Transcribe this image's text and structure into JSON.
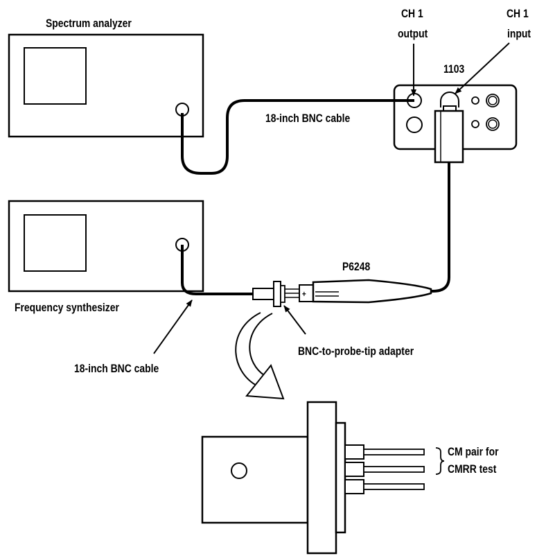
{
  "labels": {
    "spectrum_analyzer": "Spectrum analyzer",
    "frequency_synthesizer": "Frequency synthesizer",
    "ch1_output_line1": "CH 1",
    "ch1_output_line2": "output",
    "ch1_input_line1": "CH 1",
    "ch1_input_line2": "input",
    "module": "1103",
    "bnc_cable_top": "18-inch BNC cable",
    "bnc_cable_bottom": "18-inch BNC cable",
    "probe": "P6248",
    "adapter": "BNC-to-probe-tip adapter",
    "cm_pair_line1": "CM pair for",
    "cm_pair_line2": "CMRR test",
    "plus_sign": "+"
  },
  "colors": {
    "stroke": "#000000",
    "background": "#ffffff"
  }
}
